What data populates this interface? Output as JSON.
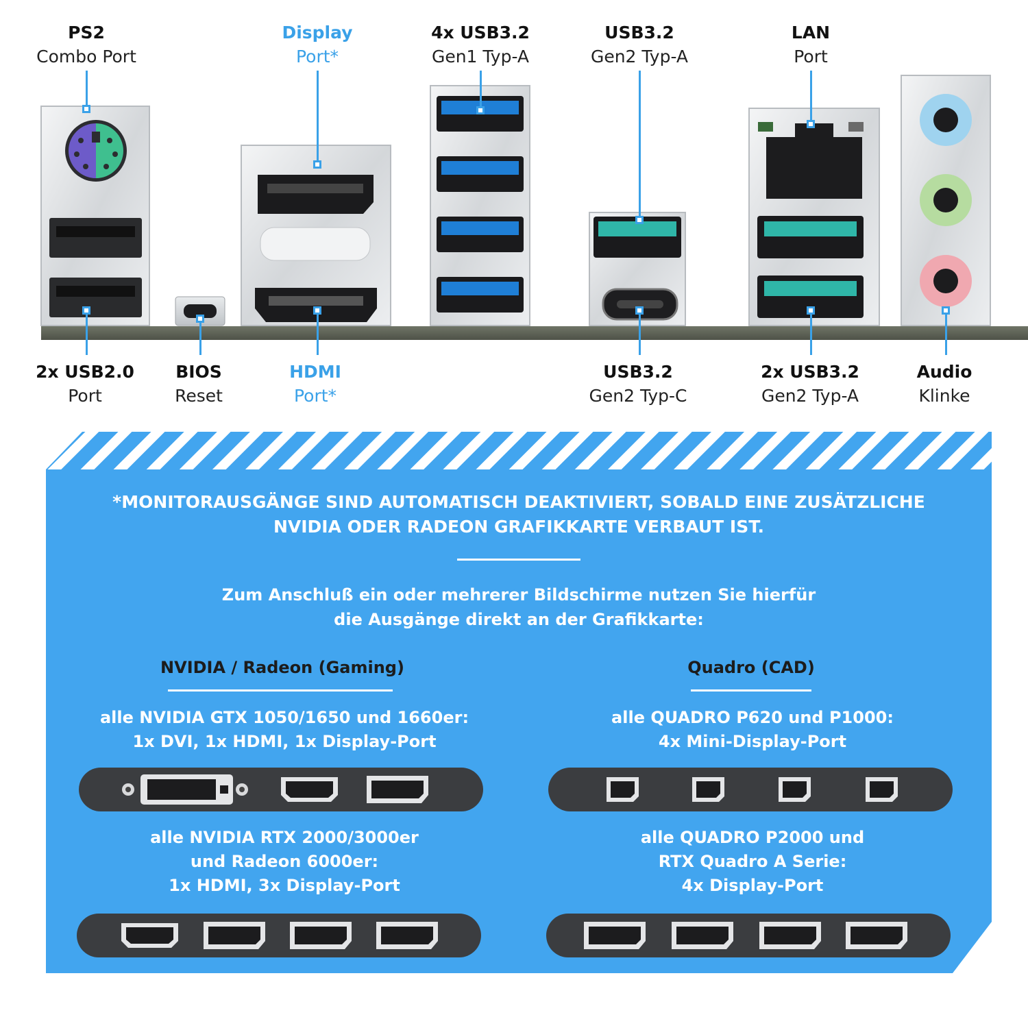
{
  "top_labels": [
    {
      "id": "ps2",
      "title": "PS2",
      "subtitle": "Combo Port"
    },
    {
      "id": "displayport",
      "title": "Display",
      "subtitle": "Port*"
    },
    {
      "id": "usb32gen1",
      "title": "4x USB3.2",
      "subtitle": "Gen1 Typ-A"
    },
    {
      "id": "usb32gen2a",
      "title": "USB3.2",
      "subtitle": "Gen2 Typ-A"
    },
    {
      "id": "lan",
      "title": "LAN",
      "subtitle": "Port"
    }
  ],
  "bottom_labels": [
    {
      "id": "usb20",
      "title": "2x USB2.0",
      "subtitle": "Port"
    },
    {
      "id": "bios",
      "title": "BIOS",
      "subtitle": "Reset"
    },
    {
      "id": "hdmi",
      "title": "HDMI",
      "subtitle": "Port*"
    },
    {
      "id": "usb32gen2c",
      "title": "USB3.2",
      "subtitle": "Gen2 Typ-C"
    },
    {
      "id": "usb32gen2a2",
      "title": "2x USB3.2",
      "subtitle": "Gen2 Typ-A"
    },
    {
      "id": "audio",
      "title": "Audio",
      "subtitle": "Klinke"
    }
  ],
  "colors": {
    "accent_blue": "#3aa1e8",
    "panel_blue": "#42a5ef",
    "usb3_blue": "#1f7fd6",
    "usb3_teal": "#2fb6a8",
    "ps2_purple": "#6d5bc9",
    "ps2_green": "#3fbf8f",
    "audio_blue": "#9fd3ef",
    "audio_green": "#b6dca0",
    "audio_pink": "#f0a8b0"
  },
  "notice": {
    "line1": "*MONITORAUSGÄNGE SIND AUTOMATISCH DEAKTIVIERT, SOBALD EINE ZUSÄTZLICHE",
    "line2": "NVIDIA ODER RADEON GRAFIKKARTE VERBAUT IST.",
    "text1": "Zum Anschluß ein oder mehrerer Bildschirme nutzen Sie hierfür",
    "text2": "die Ausgänge direkt an der Grafikkarte:"
  },
  "columns": {
    "left": {
      "title": "NVIDIA / Radeon (Gaming)",
      "groups": [
        {
          "lines": [
            "alle NVIDIA GTX 1050/1650 und 1660er:",
            "1x DVI, 1x HDMI, 1x Display-Port"
          ],
          "ports": [
            "dvi",
            "hdmi",
            "displayport"
          ]
        },
        {
          "lines": [
            "alle NVIDIA RTX 2000/3000er",
            "und Radeon 6000er:",
            "1x HDMI, 3x Display-Port"
          ],
          "ports": [
            "hdmi",
            "displayport",
            "displayport",
            "displayport"
          ]
        }
      ]
    },
    "right": {
      "title": "Quadro (CAD)",
      "groups": [
        {
          "lines": [
            "alle QUADRO P620 und P1000:",
            "4x Mini-Display-Port"
          ],
          "ports": [
            "mini-displayport",
            "mini-displayport",
            "mini-displayport",
            "mini-displayport"
          ]
        },
        {
          "lines": [
            "alle QUADRO P2000 und",
            "RTX Quadro A Serie:",
            "4x Display-Port"
          ],
          "ports": [
            "displayport",
            "displayport",
            "displayport",
            "displayport"
          ]
        }
      ]
    }
  }
}
